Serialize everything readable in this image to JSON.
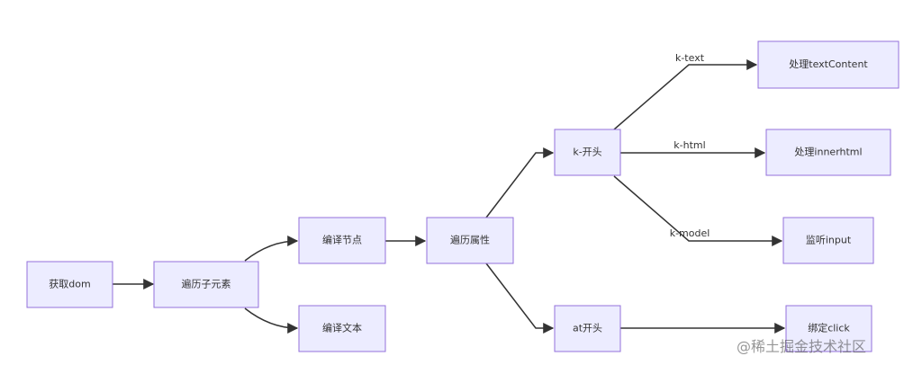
{
  "nodes": {
    "get_dom": "获取dom",
    "traverse_children": "遍历子元素",
    "compile_node": "编译节点",
    "compile_text": "编译文本",
    "traverse_attrs": "遍历属性",
    "k_prefix": "k-开头",
    "at_prefix": "at开头",
    "handle_textcontent": "处理textContent",
    "handle_innerhtml": "处理innerhtml",
    "listen_input": "监听input",
    "bind_click": "绑定click"
  },
  "edge_labels": {
    "k_text": "k-text",
    "k_html": "k-html",
    "k_model": "k-model"
  },
  "watermark": "@稀土掘金技术社区",
  "colors": {
    "node_fill": "#ececff",
    "node_stroke": "#9370db",
    "edge": "#333333"
  }
}
